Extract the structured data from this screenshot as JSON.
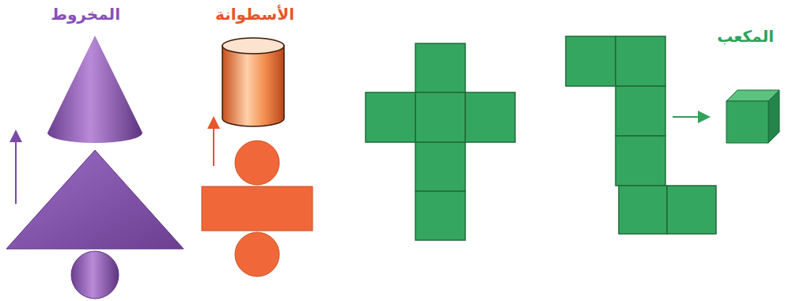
{
  "diagram": {
    "labels": [
      "المخروط",
      "الأسطوانة",
      "المكعب"
    ]
  }
}
